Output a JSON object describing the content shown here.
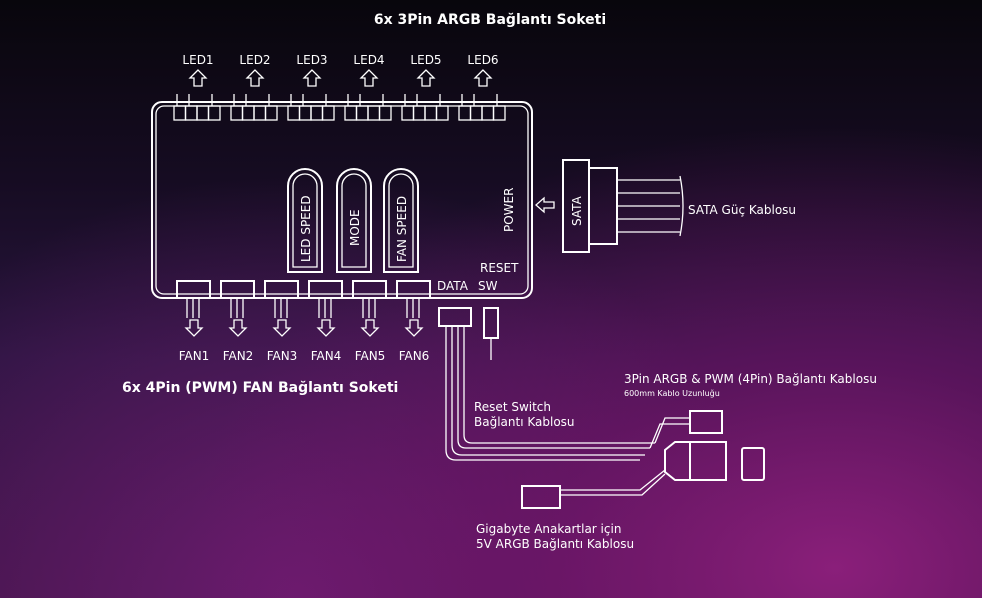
{
  "title_top": "6x 3Pin ARGB Bağlantı Soketi",
  "title_fan": "6x 4Pin (PWM) FAN Bağlantı Soketi",
  "led_ports": [
    "LED1",
    "LED2",
    "LED3",
    "LED4",
    "LED5",
    "LED6"
  ],
  "fan_ports": [
    "FAN1",
    "FAN2",
    "FAN3",
    "FAN4",
    "FAN5",
    "FAN6"
  ],
  "buttons": [
    "LED SPEED",
    "MODE",
    "FAN SPEED"
  ],
  "power": "POWER",
  "reset": "RESET",
  "data": "DATA",
  "sw": "SW",
  "sata": "SATA",
  "sata_cable": "SATA Güç Kablosu",
  "reset_cable": [
    "Reset Switch",
    "Bağlantı Kablosu"
  ],
  "argb_pwm_cable": "3Pin ARGB & PWM (4Pin) Bağlantı Kablosu",
  "cable_length": "600mm Kablo Uzunluğu",
  "gigabyte_cable": [
    "Gigabyte Anakartlar için",
    "5V ARGB Bağlantı Kablosu"
  ]
}
